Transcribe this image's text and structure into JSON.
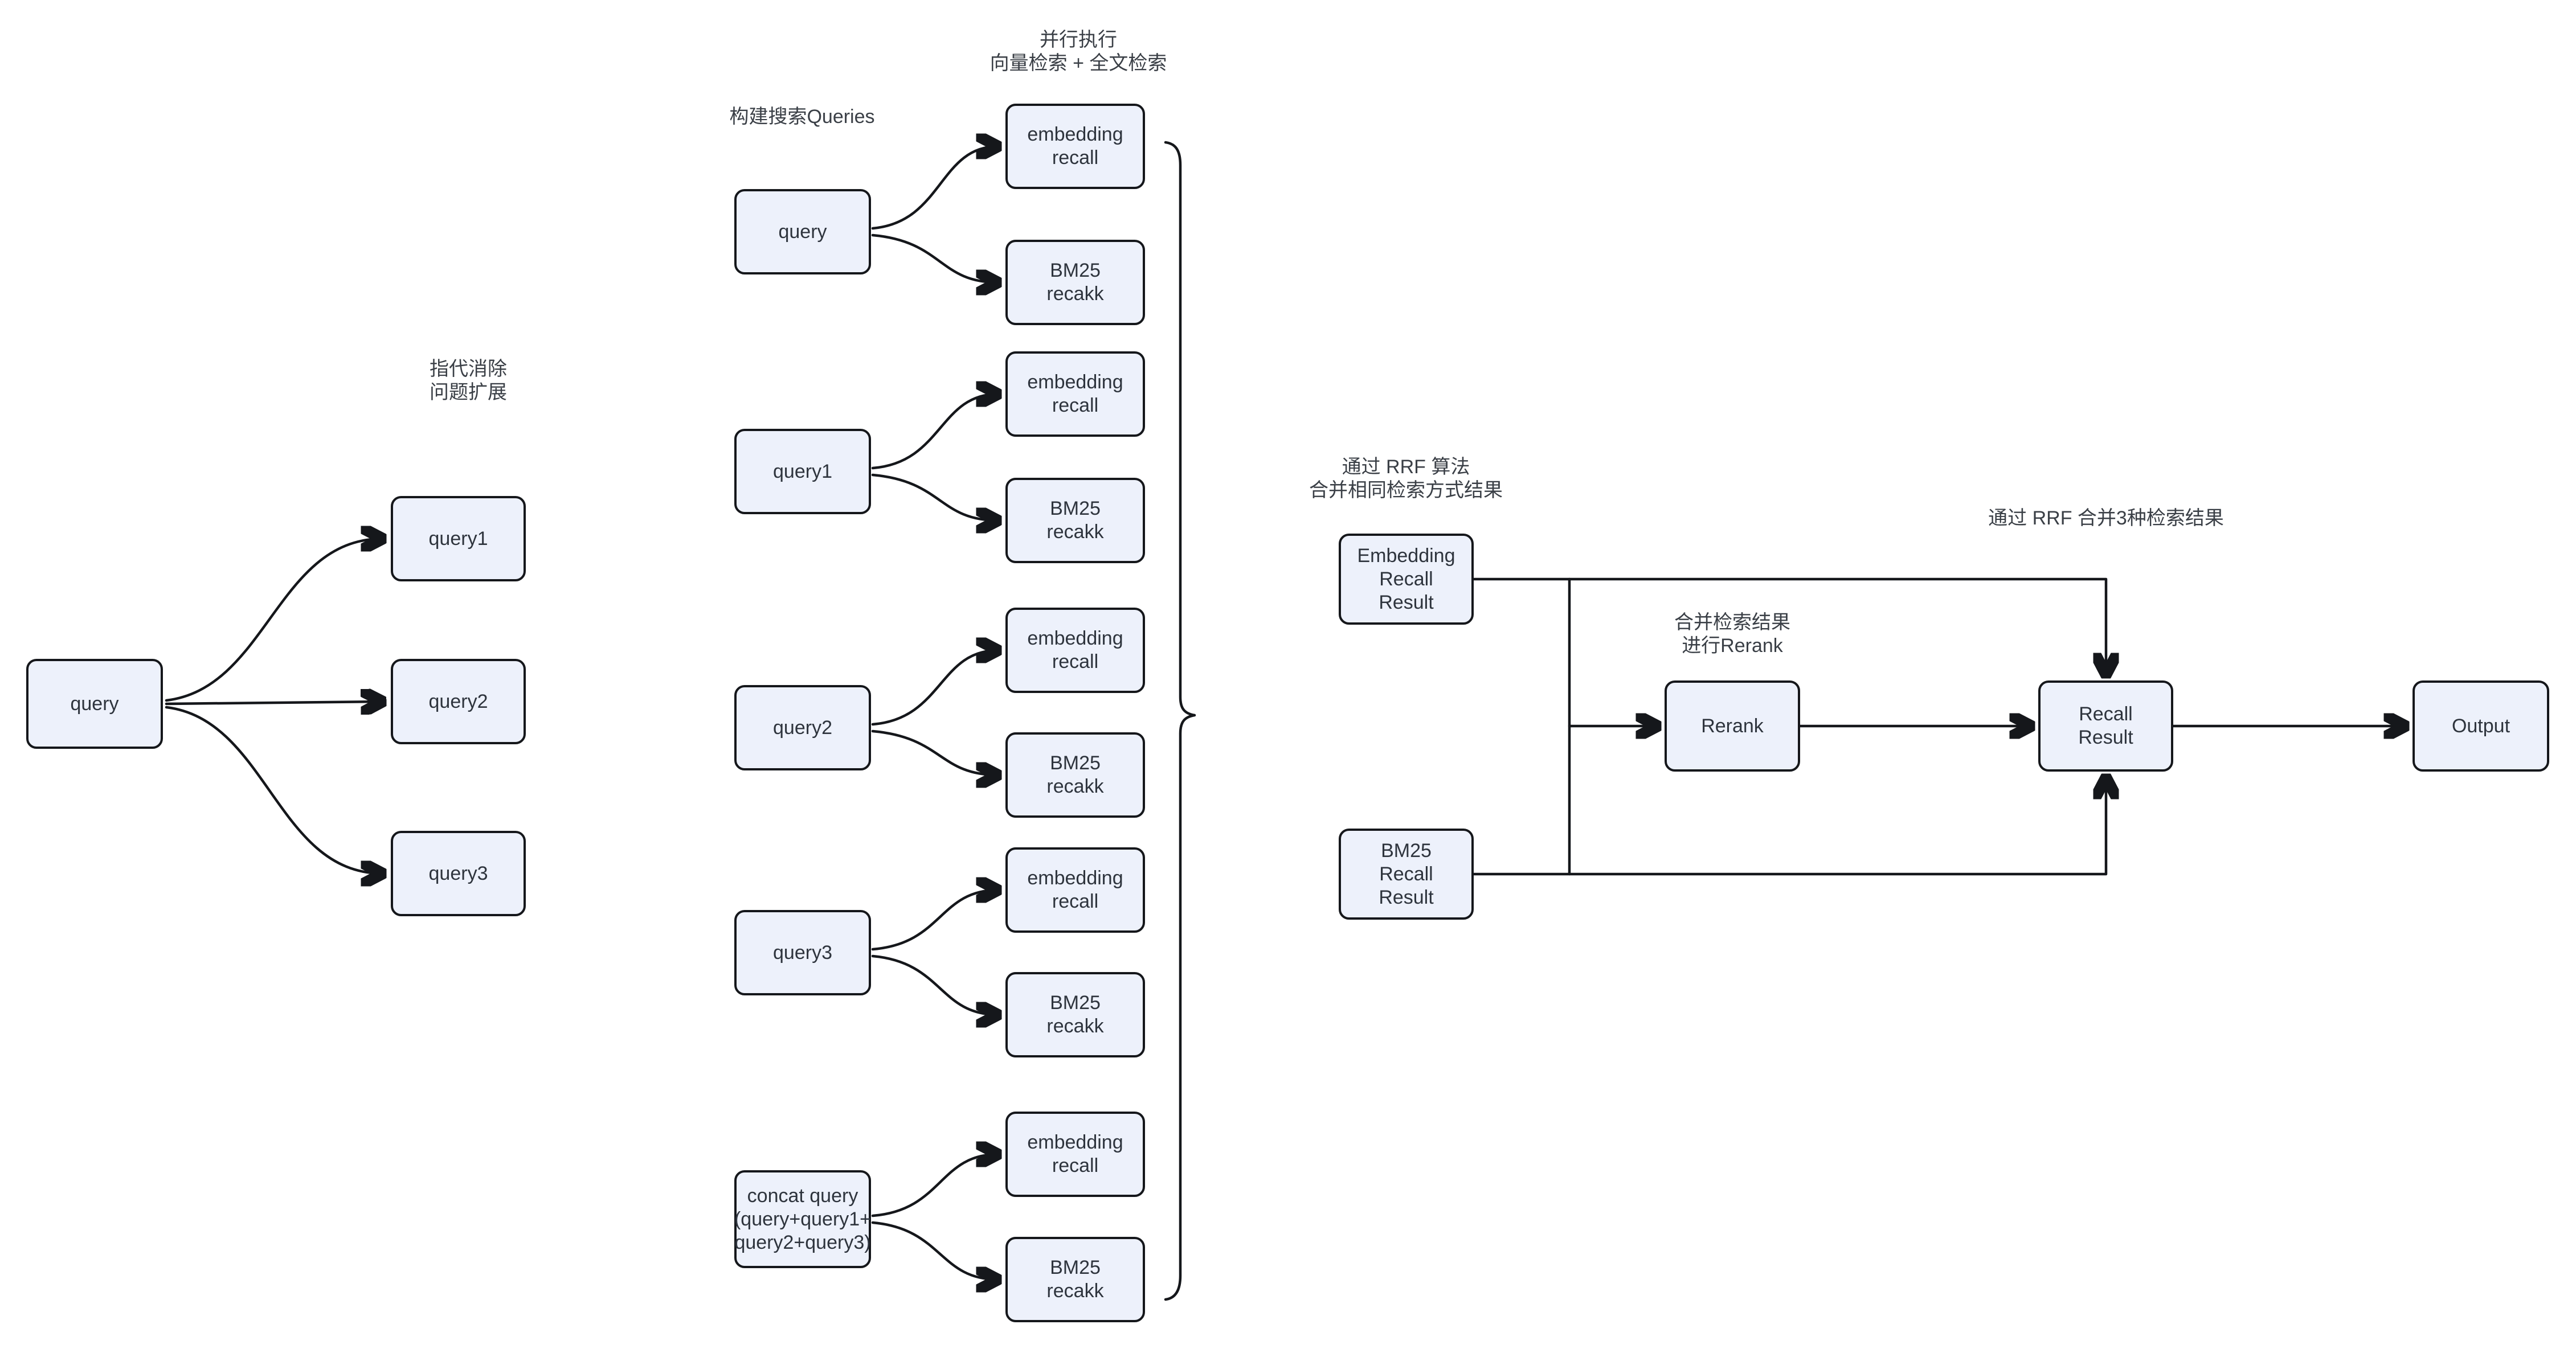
{
  "palette": {
    "background": "#ffffff",
    "node_fill": "#edf1fb",
    "node_border": "#15171b",
    "box_text": "#2e343d",
    "label_text": "#3a3f46",
    "edge": "#15171b"
  },
  "expand_stage": {
    "label_line1": "指代消除",
    "label_line2": "问题扩展",
    "query": "query",
    "query1": "query1",
    "query2": "query2",
    "query3": "query3"
  },
  "build_stage": {
    "label": "构建搜索Queries",
    "parallel_label_line1": "并行执行",
    "parallel_label_line2": "向量检索 + 全文检索",
    "query": "query",
    "query1": "query1",
    "query2": "query2",
    "query3": "query3",
    "concat_line1": "concat query",
    "concat_line2": "(query+query1+",
    "concat_line3": "query2+query3)",
    "embedding_recall_line1": "embedding",
    "embedding_recall_line2": "recall",
    "bm25_recall_line1": "BM25",
    "bm25_recall_line2": "recakk"
  },
  "merge_stage": {
    "rrf_label_line1": "通过 RRF 算法",
    "rrf_label_line2": "合并相同检索方式结果",
    "embedding_result_line1": "Embedding",
    "embedding_result_line2": "Recall",
    "embedding_result_line3": "Result",
    "bm25_result_line1": "BM25",
    "bm25_result_line2": "Recall",
    "bm25_result_line3": "Result",
    "rerank_label_line1": "合并检索结果",
    "rerank_label_line2": "进行Rerank",
    "rerank": "Rerank",
    "rrf_merge3_label": "通过 RRF 合并3种检索结果",
    "recall_result_line1": "Recall",
    "recall_result_line2": "Result",
    "output": "Output"
  }
}
